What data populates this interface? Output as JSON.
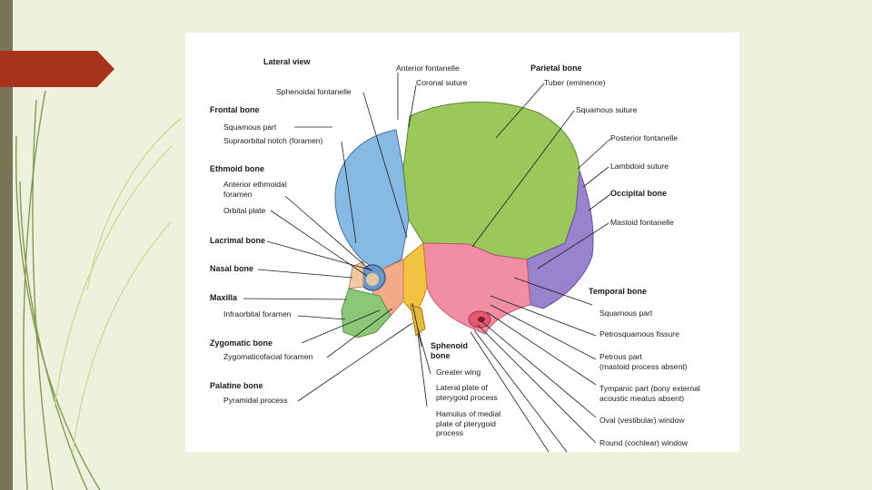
{
  "slide": {
    "accent_color": "#a9331a",
    "strip_color": "#7a7356",
    "background_color": "#eef2dc"
  },
  "figure": {
    "title": "Lateral view",
    "labels": {
      "anterior_fontanelle": "Anterior fontanelle",
      "coronal_suture": "Coronal suture",
      "sphenoidal_fontanelle": "Sphenoidal fontanelle",
      "parietal_bone": "Parietal bone",
      "tuber": "Tuber (eminence)",
      "squamous_suture": "Squamous suture",
      "posterior_fontanelle": "Posterior fontanelle",
      "lambdoid_suture": "Lambdoid suture",
      "occipital_bone": "Occipital bone",
      "mastoid_fontanelle": "Mastoid fontanelle",
      "frontal_bone": "Frontal bone",
      "frontal_squamous_part": "Squamous part",
      "supraorbital_notch": "Supraorbital notch (foramen)",
      "ethmoid_bone": "Ethmoid bone",
      "anterior_ethmoidal_foramen": "Anterior ethmoidal\nforamen",
      "orbital_plate": "Orbital plate",
      "lacrimal_bone": "Lacrimal bone",
      "nasal_bone": "Nasal bone",
      "maxilla": "Maxilla",
      "infraorbital_foramen": "Infraorbital foramen",
      "zygomatic_bone": "Zygomatic bone",
      "zygomaticofacial_foramen": "Zygomaticofacial foramen",
      "palatine_bone": "Palatine bone",
      "pyramidal_process": "Pyramidal process",
      "sphenoid_bone": "Sphenoid\nbone",
      "greater_wing": "Greater wing",
      "lateral_plate": "Lateral plate of\npterygoid process",
      "hamulus": "Hamulus of medial\nplate of pterygoid\nprocess",
      "temporal_bone": "Temporal bone",
      "temporal_squamous_part": "Squamous part",
      "petrosquamous_fissure": "Petrosquamous fissure",
      "petrous_part": "Petrous part\n(mastoid process absent)",
      "tympanic_part": "Tympanic part (bony external\nacoustic meatus absent)",
      "oval_window": "Oval (vestibular) window",
      "round_window": "Round (cochlear) window"
    },
    "bone_colors": {
      "frontal": "#86b9e3",
      "parietal": "#9ac85a",
      "occipital": "#9a82cc",
      "temporal": "#f28ea3",
      "sphenoid": "#f4c242",
      "zygomatic": "#f4a98a",
      "maxilla": "#8cc777",
      "palatine": "#e6b83c"
    }
  }
}
